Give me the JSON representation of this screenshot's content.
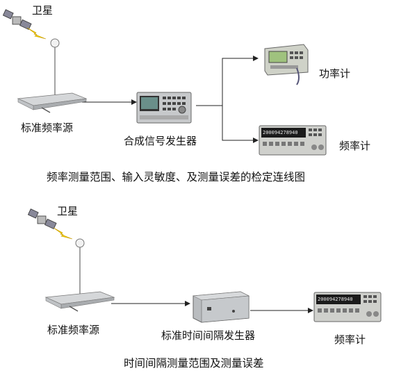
{
  "diagram1": {
    "satellite_label": "卫星",
    "source_label": "标准频率源",
    "generator_label": "合成信号发生器",
    "power_meter_label": "功率计",
    "counter_label": "频率计",
    "caption": "频率测量范围、输入灵敏度、及测量误差的检定连线图",
    "counter_display": "200094278940"
  },
  "diagram2": {
    "satellite_label": "卫星",
    "source_label": "标准频率源",
    "interval_gen_label": "标准时间间隔发生器",
    "counter_label": "频率计",
    "caption": "时间间隔测量范围及测量误差",
    "counter_display": "200094278940"
  },
  "icons": [
    "satellite-icon",
    "lightning-icon",
    "gps-antenna-icon",
    "frequency-standard-icon",
    "signal-generator-icon",
    "power-meter-icon",
    "frequency-counter-icon",
    "interval-generator-icon",
    "arrow-icon"
  ]
}
